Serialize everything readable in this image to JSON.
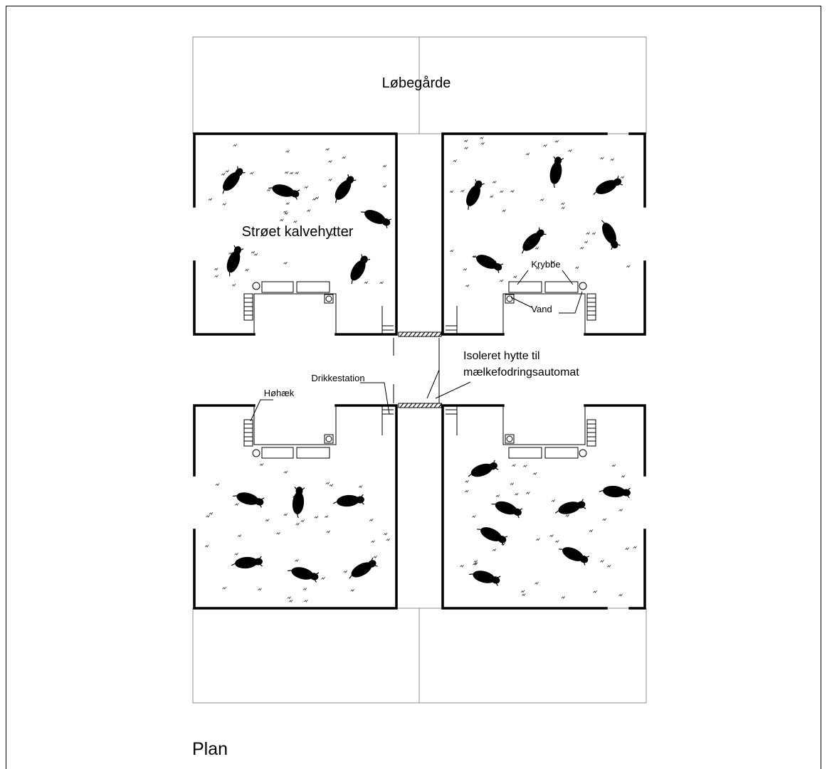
{
  "title": "Plan",
  "labels": {
    "yard": "Løbegårde",
    "hutches": "Strøet kalvehytter",
    "trough": "Krybbe",
    "water": "Vand",
    "insulated_hut_line1": "Isoleret hytte til",
    "insulated_hut_line2": "mælkefodringsautomat",
    "drinking_station": "Drikkestation",
    "hay_rack": "Høhæk"
  },
  "colors": {
    "line": "#000000",
    "background": "#ffffff",
    "yard_line": "#777777"
  }
}
